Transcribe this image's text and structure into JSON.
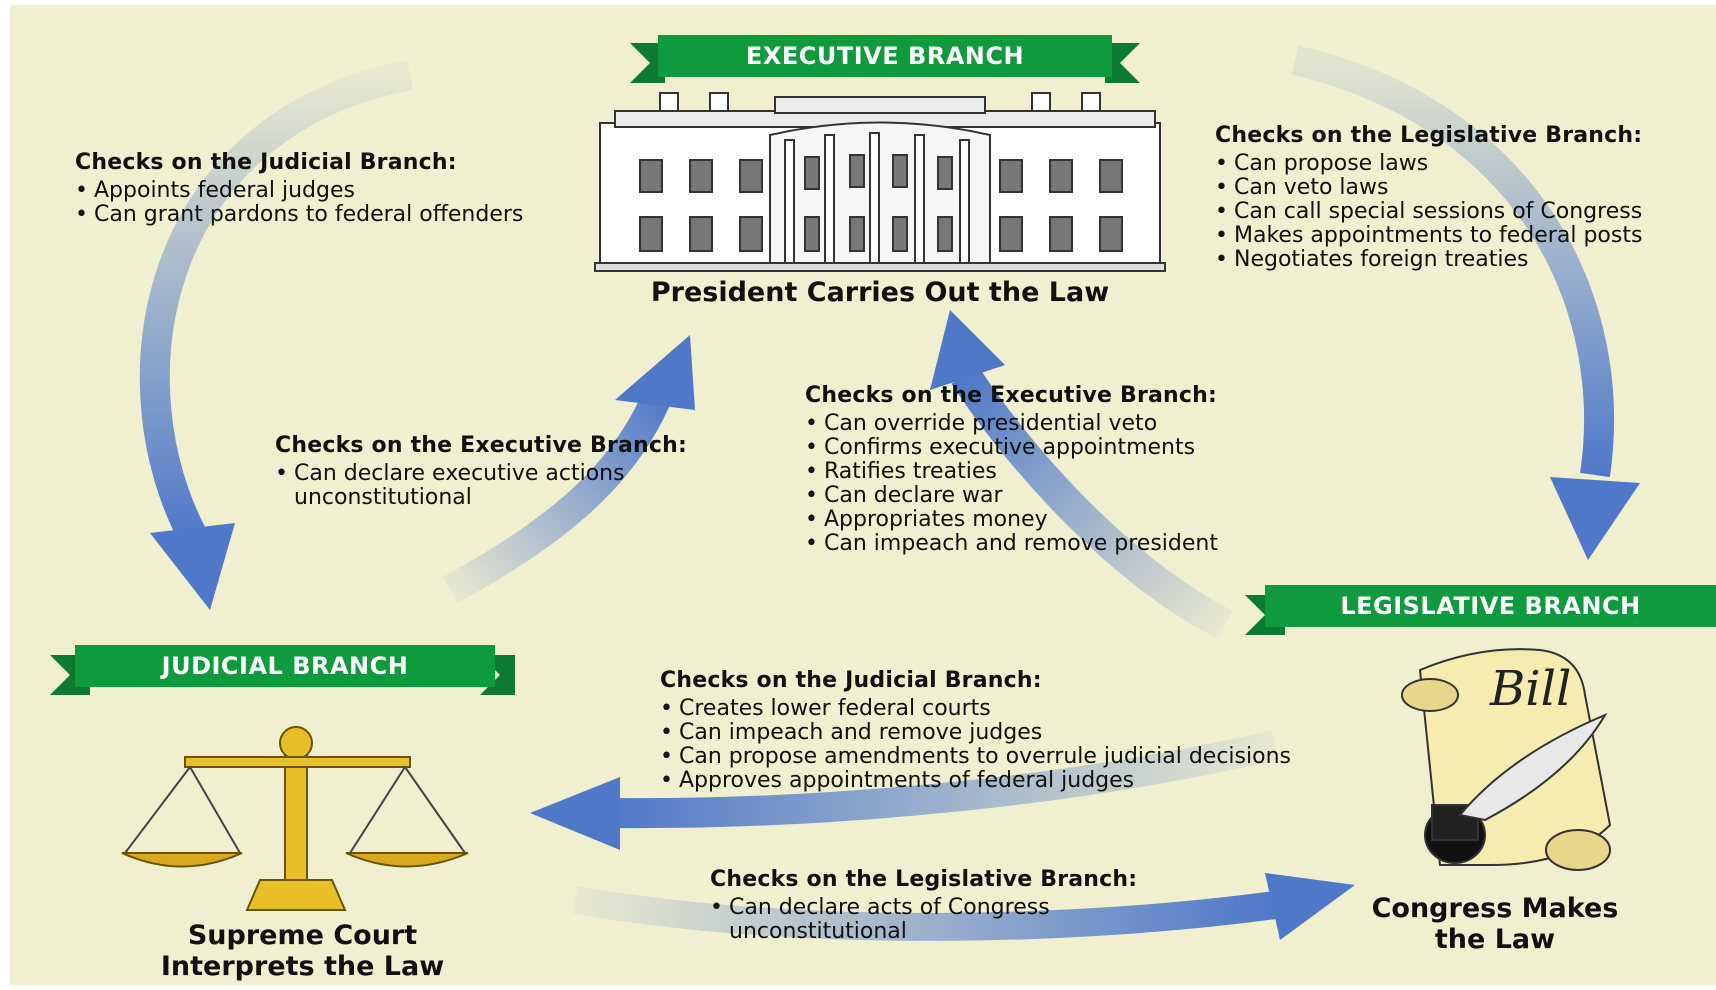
{
  "branches": {
    "executive": {
      "banner": "EXECUTIVE BRANCH",
      "caption": "President Carries Out the Law"
    },
    "legislative": {
      "banner": "LEGISLATIVE BRANCH",
      "caption_line1": "Congress Makes",
      "caption_line2": "the Law",
      "scroll_text": "Bill"
    },
    "judicial": {
      "banner": "JUDICIAL BRANCH",
      "caption_line1": "Supreme Court",
      "caption_line2": "Interprets the Law"
    }
  },
  "checks": {
    "exec_on_judicial": {
      "heading": "Checks on the Judicial Branch:",
      "items": [
        "Appoints federal judges",
        "Can grant pardons to federal offenders"
      ]
    },
    "exec_on_legislative": {
      "heading": "Checks on the Legislative Branch:",
      "items": [
        "Can propose laws",
        "Can veto laws",
        "Can call special sessions of Congress",
        "Makes appointments to federal posts",
        "Negotiates foreign treaties"
      ]
    },
    "judicial_on_exec": {
      "heading": "Checks on the Executive Branch:",
      "items": [
        "Can declare executive actions unconstitutional"
      ]
    },
    "leg_on_exec": {
      "heading": "Checks on the Executive Branch:",
      "items": [
        "Can override presidential veto",
        "Confirms executive appointments",
        "Ratifies treaties",
        "Can declare war",
        "Appropriates money",
        "Can impeach and remove president"
      ]
    },
    "leg_on_judicial": {
      "heading": "Checks on the Judicial Branch:",
      "items": [
        "Creates lower federal courts",
        "Can impeach and remove judges",
        "Can propose amendments to overrule judicial decisions",
        "Approves appointments of federal judges"
      ]
    },
    "judicial_on_leg": {
      "heading": "Checks on the Legislative Branch:",
      "items": [
        "Can declare acts of Congress unconstitutional"
      ]
    }
  },
  "bullet": "•",
  "colors": {
    "background": "#f0efcf",
    "banner_green": "#109a3e",
    "arrow_blue": "#4f78c9",
    "gold": "#e7c028"
  }
}
